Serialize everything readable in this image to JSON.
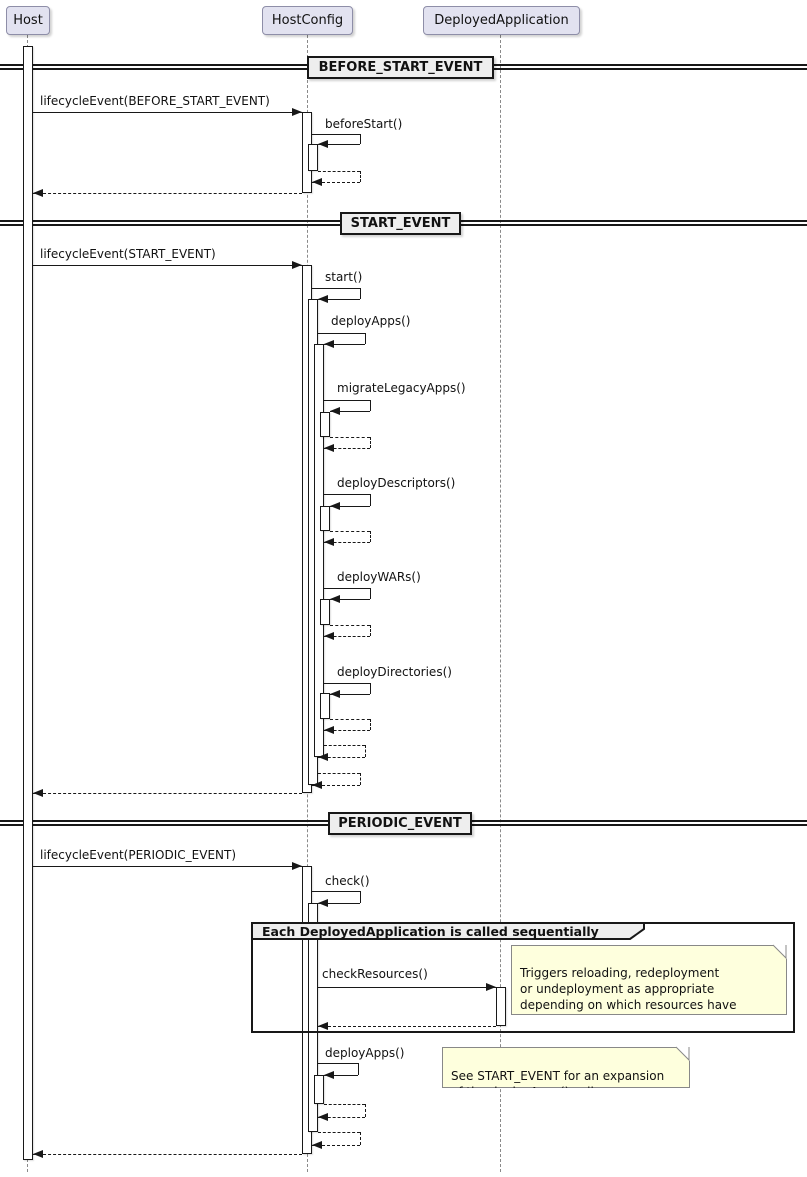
{
  "meta": {
    "diagram_type": "uml-sequence-diagram"
  },
  "participants": [
    {
      "name": "Host"
    },
    {
      "name": "HostConfig"
    },
    {
      "name": "DeployedApplication"
    }
  ],
  "dividers": {
    "before": "BEFORE_START_EVENT",
    "start": "START_EVENT",
    "periodic": "PERIODIC_EVENT"
  },
  "messages": {
    "lifecycle_before": "lifecycleEvent(BEFORE_START_EVENT)",
    "before_start": "beforeStart()",
    "lifecycle_start": "lifecycleEvent(START_EVENT)",
    "start": "start()",
    "deploy_apps": "deployApps()",
    "migrate_legacy_apps": "migrateLegacyApps()",
    "deploy_descriptors": "deployDescriptors()",
    "deploy_wars": "deployWARs()",
    "deploy_directories": "deployDirectories()",
    "lifecycle_periodic": "lifecycleEvent(PERIODIC_EVENT)",
    "check": "check()",
    "check_resources": "checkResources()",
    "deploy_apps_periodic": "deployApps()"
  },
  "group": {
    "title": "Each DeployedApplication is called sequentially"
  },
  "notes": {
    "check_resources": "Triggers reloading, redeployment\nor undeployment as appropriate\ndepending on which resources have\nbeen added, removed and/or changed.",
    "deploy_apps": "See START_EVENT for an expansion\nof the deployApps() call."
  },
  "colors": {
    "participant_fill": "#E2E2F0",
    "participant_border": "#8E8EA8",
    "divider_fill": "#EEEEEE",
    "note_fill": "#FEFFDD",
    "note_border": "#888888",
    "line_color": "#181818",
    "lifeline_color": "#8A8A8A",
    "background": "#FFFFFF"
  }
}
